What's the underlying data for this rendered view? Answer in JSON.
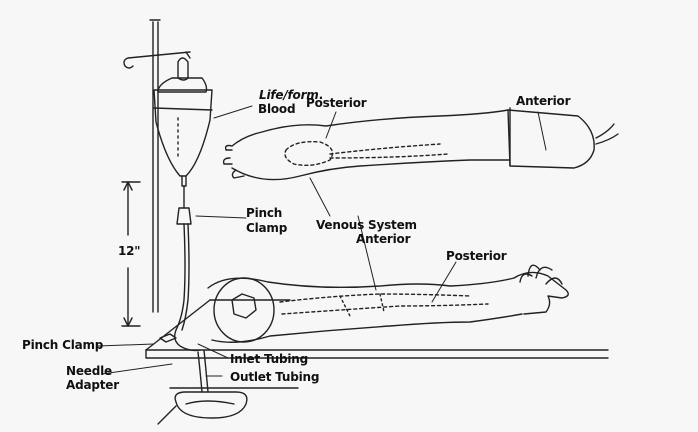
{
  "labels": {
    "product_name": "Life/form",
    "product_mark": ".",
    "blood": "Blood",
    "posterior_top": "Posterior",
    "anterior_top": "Anterior",
    "pinch_clamp_upper_1": "Pinch",
    "pinch_clamp_upper_2": "Clamp",
    "height": "12\"",
    "venous_system": "Venous System",
    "anterior_mid": "Anterior",
    "posterior_bottom": "Posterior",
    "pinch_clamp_lower": "Pinch Clamp",
    "needle_adapter_1": "Needle",
    "needle_adapter_2": "Adapter",
    "inlet_tubing": "Inlet Tubing",
    "outlet_tubing": "Outlet Tubing"
  },
  "colors": {
    "ink": "#222222",
    "paper": "#f7f7f7",
    "shade": "#e9e9e9"
  }
}
